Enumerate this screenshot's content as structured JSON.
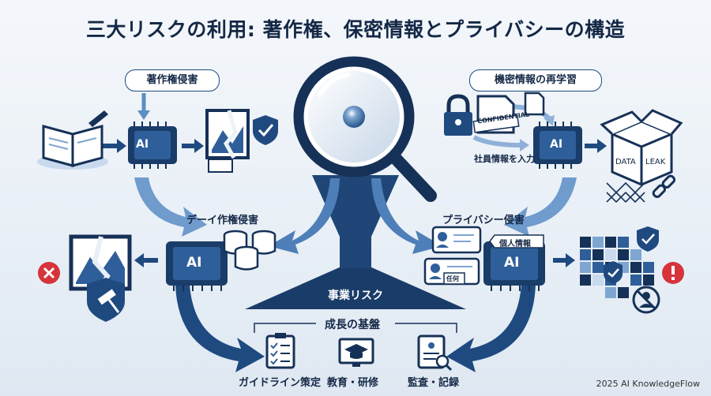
{
  "title": "三大リスクの利用: 著作権、保密情報とプライバシーの構造",
  "labels": {
    "copyright": "著作権侵害",
    "confidential": "機密情報の再学習",
    "deep_copyright": "デーイ作権侵害",
    "privacy": "プライバシー侵害",
    "employee_input": "社員情報を入力",
    "business_risk": "事業リスク",
    "growth": "成長の基盤",
    "guideline": "ガイドライン策定",
    "education": "教育・研修",
    "audit": "監査・記録",
    "personal_info": "個人情報",
    "ninni": "任何",
    "confidential_stamp": "CONFIDENTIAL",
    "data": "DATA",
    "leak": "LEAK",
    "ai": "AI"
  },
  "footer": "2025 AI KnowledgeFlow",
  "colors": {
    "navy": "#16365f",
    "mid": "#2f5f9a",
    "light": "#7fa6d1",
    "pale": "#c9daee",
    "red": "#d6333a"
  },
  "icons": [
    "magnifier-icon",
    "book-icon",
    "pencil-icon",
    "chip-icon",
    "broken-image-icon",
    "shield-check-icon",
    "padlock-icon",
    "document-icon",
    "box-icon",
    "chain-fence-icon",
    "broken-chain-icon",
    "database-icon",
    "gavel-shield-icon",
    "x-mark-icon",
    "id-card-icon",
    "mosaic-icon",
    "alert-icon",
    "no-person-icon",
    "checklist-icon",
    "graduation-icon",
    "audit-icon"
  ]
}
